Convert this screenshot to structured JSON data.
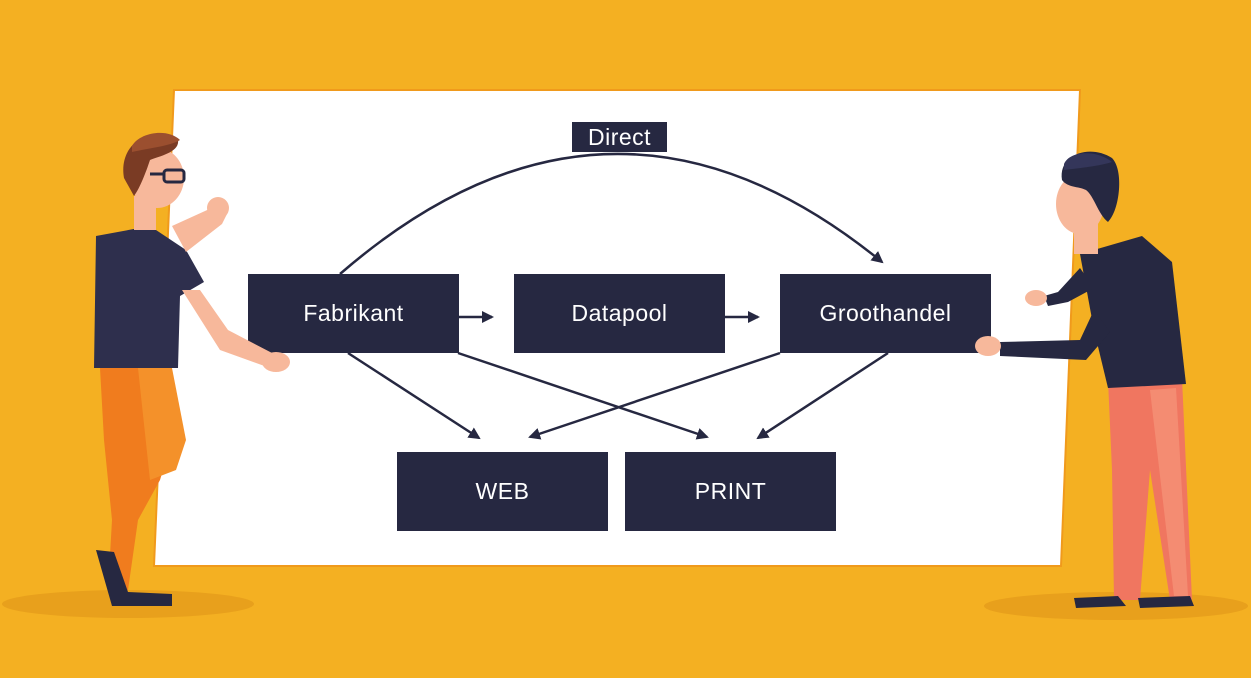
{
  "colors": {
    "background": "#f4b022",
    "board": "#ffffff",
    "board_border": "#f09a1c",
    "node_fill": "#262841",
    "node_text": "#ffffff",
    "arrow": "#262841"
  },
  "diagram": {
    "top_label": "Direct",
    "nodes": {
      "fabrikant": "Fabrikant",
      "datapool": "Datapool",
      "groothandel": "Groothandel",
      "web": "WEB",
      "print": "PRINT"
    },
    "edges": [
      {
        "from": "fabrikant",
        "to": "datapool"
      },
      {
        "from": "datapool",
        "to": "groothandel"
      },
      {
        "from": "fabrikant",
        "to": "groothandel",
        "label": "Direct"
      },
      {
        "from": "fabrikant",
        "to": "web"
      },
      {
        "from": "fabrikant",
        "to": "print"
      },
      {
        "from": "groothandel",
        "to": "web"
      },
      {
        "from": "groothandel",
        "to": "print"
      }
    ]
  },
  "illustration": {
    "left_person": "person-pointing",
    "right_person": "person-pointing"
  }
}
